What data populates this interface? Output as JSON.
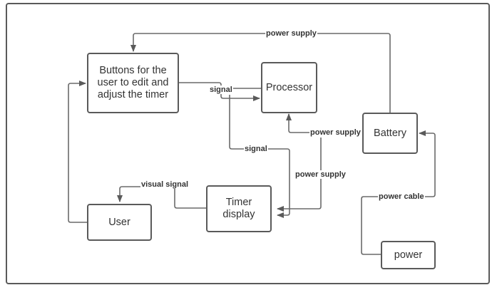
{
  "nodes": {
    "buttons": "Buttons for the user to edit and adjust the timer",
    "processor": "Processor",
    "battery": "Battery",
    "user": "User",
    "timer_display": "Timer display",
    "power": "power"
  },
  "edges": [
    {
      "label": "power supply",
      "from": "Battery",
      "to": "Buttons for the user to edit and adjust the timer"
    },
    {
      "label": "signal",
      "from": "Buttons for the user to edit and adjust the timer",
      "to": "Processor"
    },
    {
      "label": "power supply",
      "from": "Battery",
      "to": "Processor"
    },
    {
      "label": "signal",
      "from": "Processor",
      "to": "Timer display"
    },
    {
      "label": "power supply",
      "from": "Battery",
      "to": "Timer display"
    },
    {
      "label": "visual signal",
      "from": "Timer display",
      "to": "User"
    },
    {
      "label": "",
      "from": "User",
      "to": "Buttons for the user to edit and adjust the timer"
    },
    {
      "label": "power cable",
      "from": "power",
      "to": "Battery"
    }
  ],
  "colors": {
    "line": "#5a5a5a",
    "text": "#333333"
  }
}
